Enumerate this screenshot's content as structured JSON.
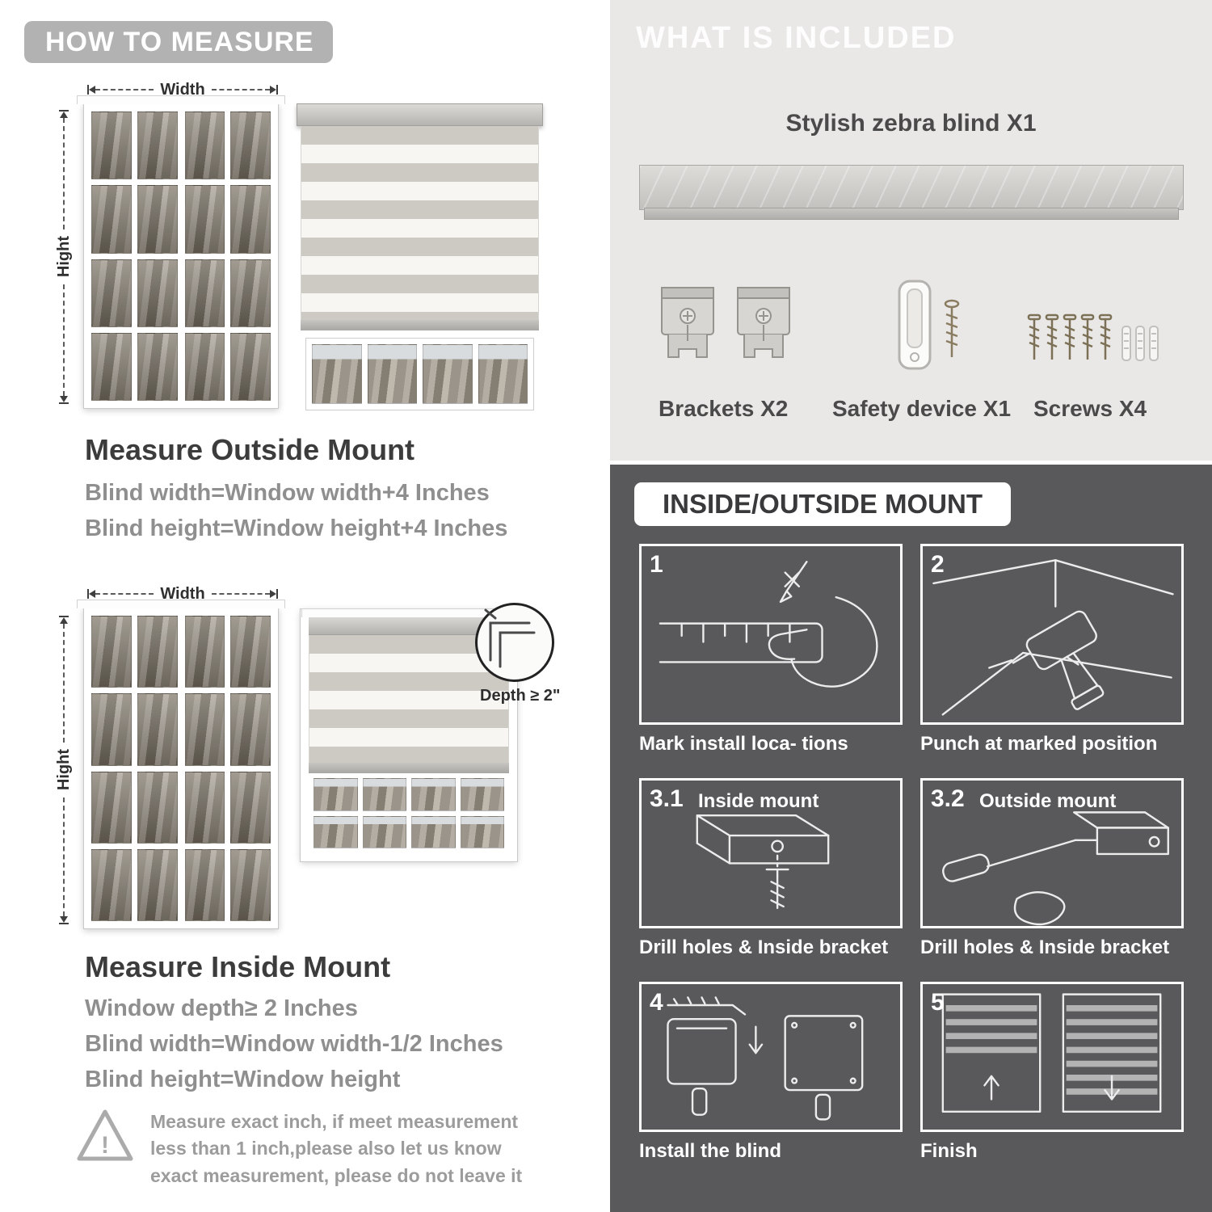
{
  "colors": {
    "banner_bg": "#b3b2b2",
    "light_section_bg": "#e9e8e6",
    "dark_section_bg": "#59585a",
    "blind_stripe": "#cdcac3"
  },
  "icons": {
    "warning": "triangle-exclamation",
    "brackets": "mounting-brackets",
    "safety_device": "cord-safety-device",
    "screws": "screws-and-anchors"
  },
  "left": {
    "header": "HOW TO MEASURE",
    "outside": {
      "width_label": "Width",
      "height_label": "Hight",
      "title": "Measure Outside Mount",
      "line1": "Blind width=Window width+4 Inches",
      "line2": "Blind height=Window height+4 Inches"
    },
    "inside": {
      "width_label": "Width",
      "height_label": "Hight",
      "depth_label": "Depth ≥ 2\"",
      "title": "Measure Inside Mount",
      "line1": "Window depth≥ 2 Inches",
      "line2": "Blind width=Window width-1/2 Inches",
      "line3": "Blind height=Window height"
    },
    "note": {
      "mark": "!",
      "text": "Measure exact inch, if meet measurement less than 1 inch,please also let us know exact measurement, please do not leave it"
    }
  },
  "right_top": {
    "header": "WHAT IS INCLUDED",
    "blind_label": "Stylish zebra blind X1",
    "items": [
      {
        "label": "Brackets X2"
      },
      {
        "label": "Safety device X1"
      },
      {
        "label": "Screws X4"
      }
    ]
  },
  "right_bottom": {
    "header": "INSIDE/OUTSIDE MOUNT",
    "steps": [
      {
        "num": "1",
        "caption": "Mark install loca- tions"
      },
      {
        "num": "2",
        "caption": "Punch at  marked position"
      },
      {
        "num": "3.1",
        "inner_label": "Inside mount",
        "caption": "Drill holes &  Inside bracket"
      },
      {
        "num": "3.2",
        "inner_label": "Outside mount",
        "caption": "Drill holes &  Inside bracket"
      },
      {
        "num": "4",
        "caption": "Install the blind"
      },
      {
        "num": "5",
        "caption": "Finish"
      }
    ]
  }
}
